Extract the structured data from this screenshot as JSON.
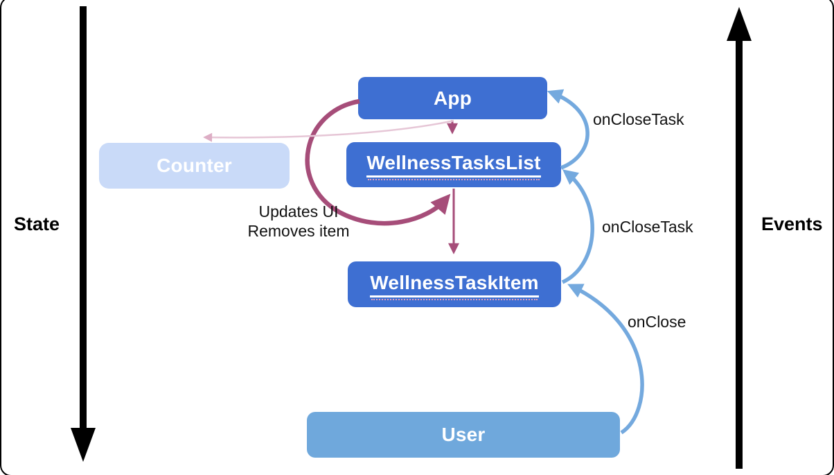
{
  "axes": {
    "state_label": "State",
    "events_label": "Events"
  },
  "nodes": {
    "app": "App",
    "counter": "Counter",
    "tasks_list": "WellnessTasksList",
    "task_item": "WellnessTaskItem",
    "user": "User"
  },
  "edge_labels": {
    "list_to_app": "onCloseTask",
    "item_to_list": "onCloseTask",
    "user_to_item": "onClose"
  },
  "note": {
    "line1": "Updates UI",
    "line2": "Removes item"
  },
  "colors": {
    "node_blue": "#3E6FD2",
    "node_light_blue": "#6FA8DC",
    "node_pale_blue": "#C9DAF8",
    "event_arrow_blue": "#74A9DE",
    "state_arrow_maroon": "#A64D79",
    "counter_arrow_pink": "#E6C6D6",
    "counter_arrowhead_pink": "#DDAEC5",
    "underline_pink": "#E5A0B6",
    "axis_black": "#000000"
  }
}
